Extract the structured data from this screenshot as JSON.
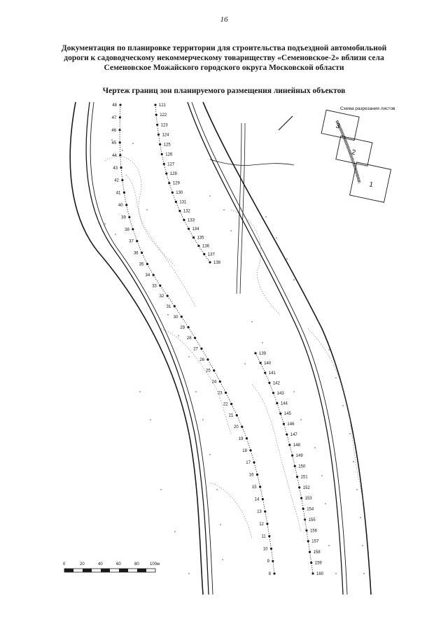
{
  "page_number": "16",
  "header": {
    "line1": "Документация по планировке территории для строительства подъездной автомобильной",
    "line2": "дороги к садоводческому некоммерческому товариществу «Семеновское-2» вблизи села",
    "line3": "Семеновское Можайского городского округа Московской области"
  },
  "drawing_title": "Чертеж границ зон планируемого размещения линейных объектов",
  "inset": {
    "title": "Схема разрезания листов",
    "sheets": [
      "3",
      "2",
      "1"
    ]
  },
  "scale_bar": {
    "ticks": [
      "0",
      "20",
      "40",
      "60",
      "80",
      "100м"
    ]
  },
  "left_points": [
    "48",
    "47",
    "46",
    "45",
    "44",
    "43",
    "42",
    "41",
    "40",
    "39",
    "38",
    "37",
    "36",
    "35",
    "34",
    "33",
    "32",
    "31",
    "30",
    "29",
    "28",
    "27",
    "26",
    "25",
    "24",
    "23",
    "22",
    "21",
    "20",
    "19",
    "18",
    "17",
    "16",
    "15",
    "14",
    "13",
    "12",
    "11",
    "10",
    "9",
    "8"
  ],
  "middle_points": [
    "121",
    "122",
    "123",
    "124",
    "125",
    "126",
    "127",
    "128",
    "129",
    "130",
    "131",
    "132",
    "133",
    "134",
    "135",
    "136",
    "137",
    "138"
  ],
  "right_points": [
    "139",
    "140",
    "141",
    "142",
    "143",
    "144",
    "145",
    "146",
    "147",
    "148",
    "149",
    "150",
    "151",
    "152",
    "153",
    "154",
    "155",
    "156",
    "157",
    "158",
    "159",
    "160"
  ],
  "colors": {
    "ink": "#1a1a1a",
    "faint": "#777777",
    "paper": "#ffffff"
  }
}
